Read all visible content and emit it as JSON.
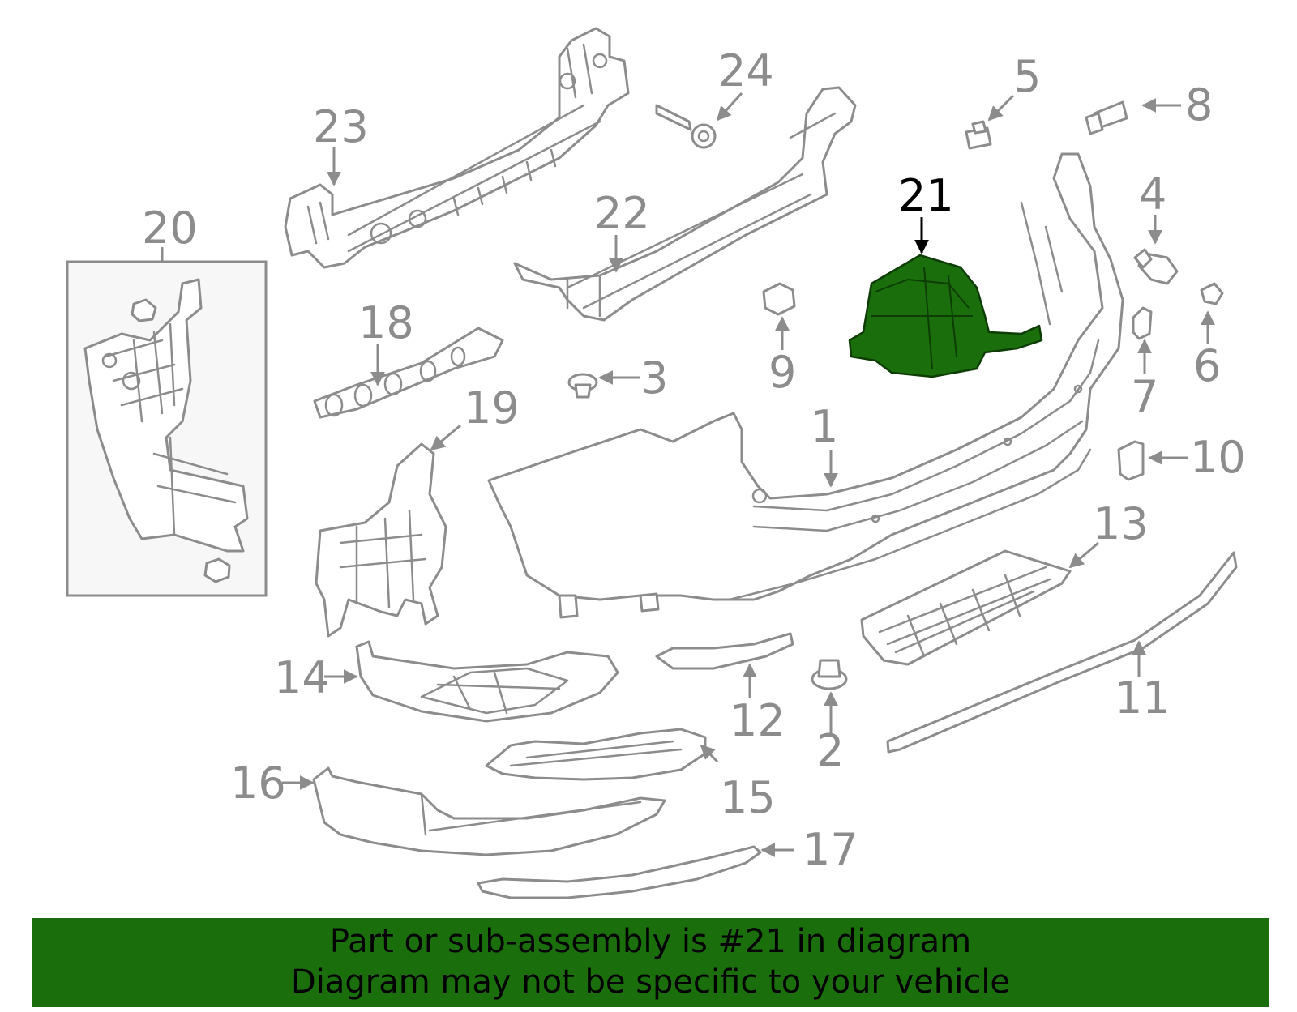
{
  "colors": {
    "line_gray": "#8c8c8c",
    "highlight_fill": "#1a6e0c",
    "banner_background": "#1a6e0c",
    "highlight_label": "#000000"
  },
  "highlighted_part": "21",
  "callouts": [
    "1",
    "2",
    "3",
    "4",
    "5",
    "6",
    "7",
    "8",
    "9",
    "10",
    "11",
    "12",
    "13",
    "14",
    "15",
    "16",
    "17",
    "18",
    "19",
    "20",
    "21",
    "22",
    "23",
    "24"
  ],
  "banner": {
    "line1": "Part or sub-assembly is #21 in diagram",
    "line2": "Diagram may not be specific to your vehicle"
  }
}
